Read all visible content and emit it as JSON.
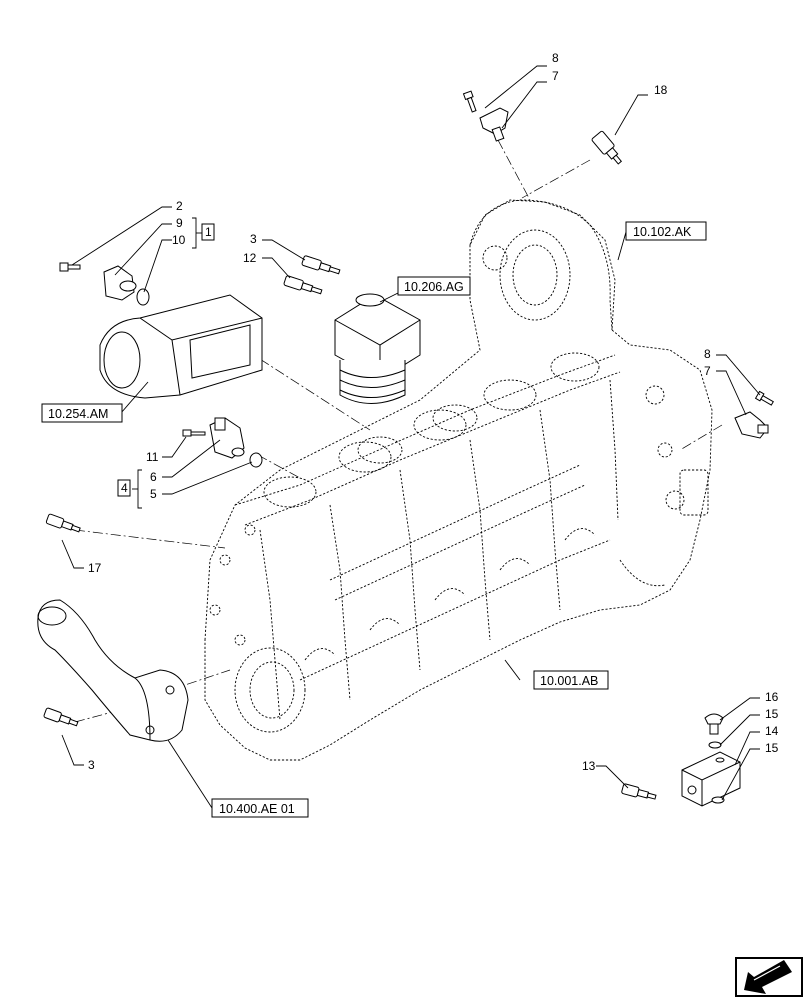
{
  "diagram": {
    "reference_boxes": [
      {
        "id": "ref-10-102-ak",
        "label": "10.102.AK"
      },
      {
        "id": "ref-10-206-ag",
        "label": "10.206.AG"
      },
      {
        "id": "ref-10-254-am",
        "label": "10.254.AM"
      },
      {
        "id": "ref-10-001-ab",
        "label": "10.001.AB"
      },
      {
        "id": "ref-10-400-ae-01",
        "label": "10.400.AE 01"
      }
    ],
    "callouts": {
      "c8_top": "8",
      "c7_top": "7",
      "c18": "18",
      "c2": "2",
      "c9": "9",
      "c10": "10",
      "c1_box": "1",
      "c3_mid": "3",
      "c12": "12",
      "c8_right": "8",
      "c7_right": "7",
      "c11": "11",
      "c6": "6",
      "c5": "5",
      "c4_box": "4",
      "c17": "17",
      "c3_bottom": "3",
      "c16": "16",
      "c15_a": "15",
      "c14": "14",
      "c15_b": "15",
      "c13": "13"
    },
    "nav_icon": "next-page-arrow-icon"
  }
}
